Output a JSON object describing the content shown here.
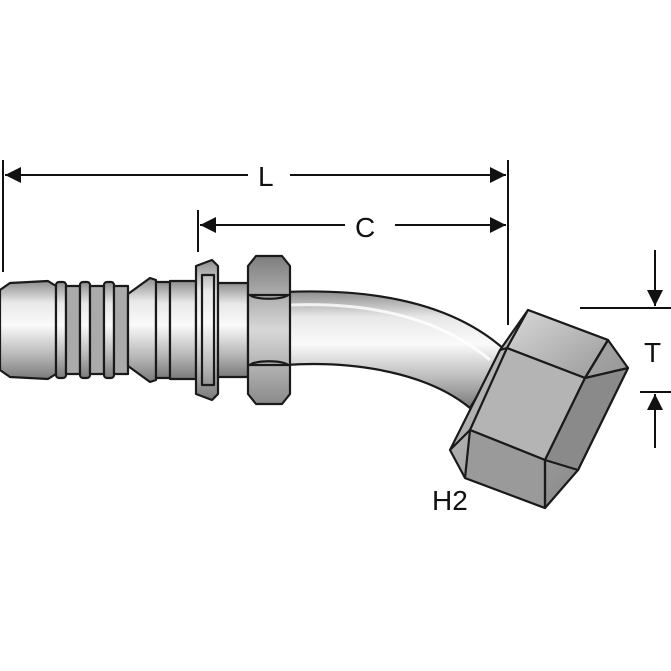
{
  "dimensions": {
    "length_label": "L",
    "cutoff_label": "C",
    "thread_label": "T",
    "hex_label": "H2"
  },
  "colors": {
    "outline": "#1a1a1a",
    "metal_light": "#f4f4f4",
    "metal_mid": "#c9c9c9",
    "metal_dark": "#8e8e8e",
    "dimension_line": "#111111"
  }
}
